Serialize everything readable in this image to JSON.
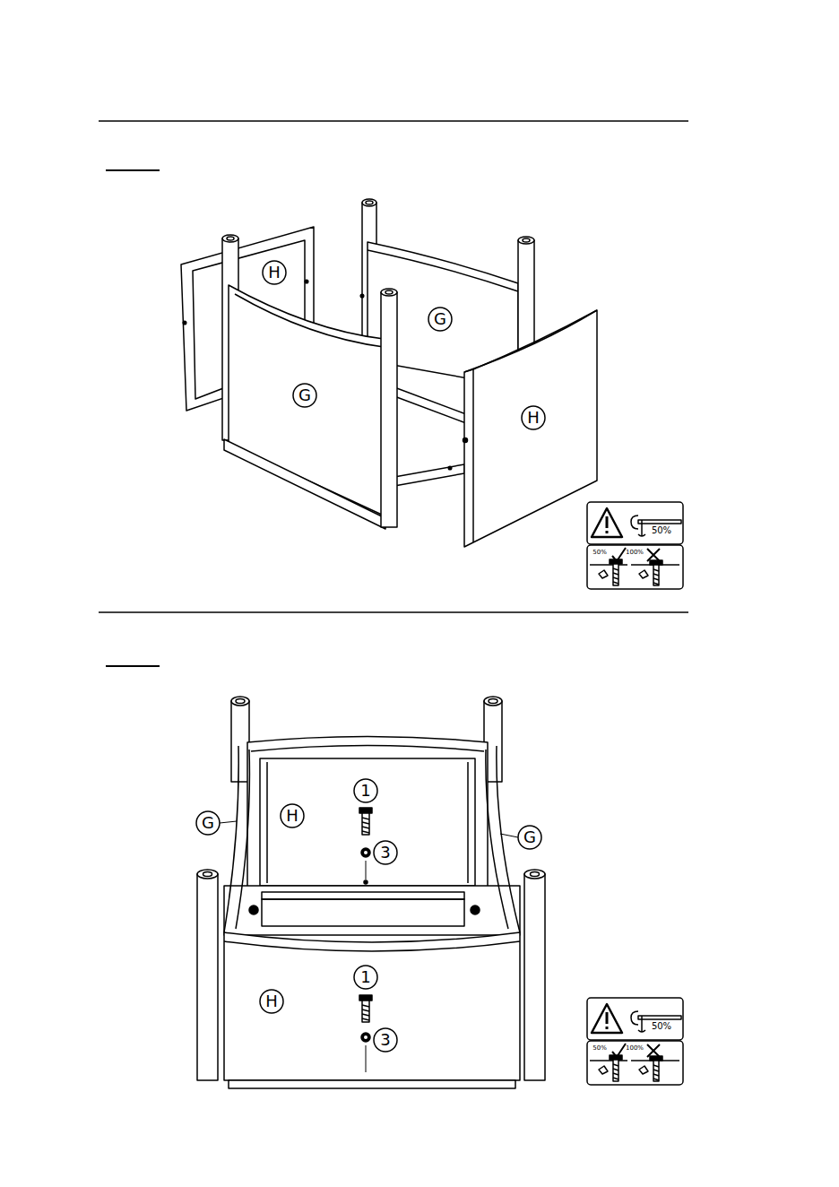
{
  "diagram": {
    "labels": [
      "H",
      "G",
      "G",
      "H",
      "50%",
      "50%",
      "100%",
      "1",
      "H",
      "G",
      "G",
      "3",
      "1",
      "H",
      "3",
      "50%",
      "50%",
      "100%"
    ]
  }
}
